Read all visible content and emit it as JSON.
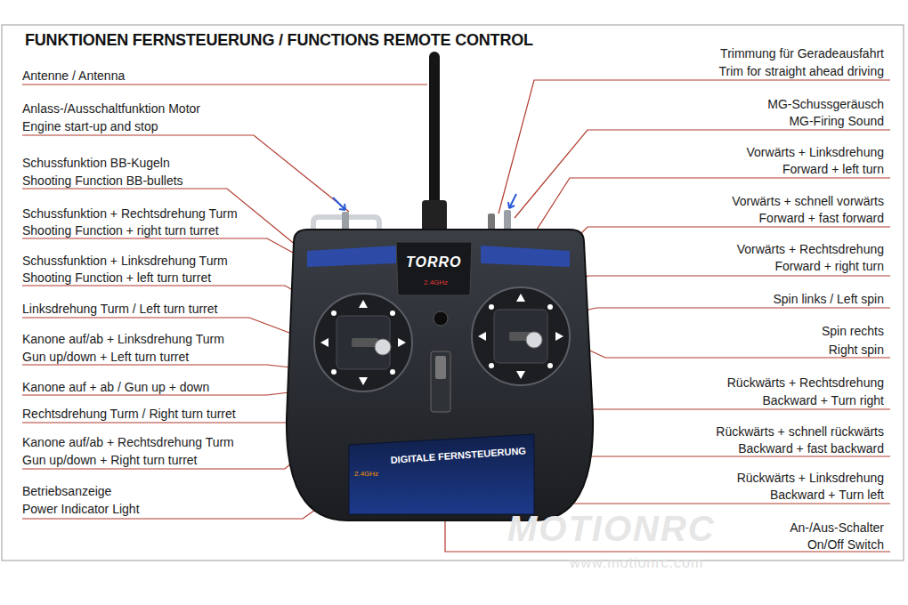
{
  "diagram": {
    "title": "FUNKTIONEN FERNSTEUERUNG / FUNCTIONS REMOTE CONTROL",
    "labels": [
      "Antenne / Antenna",
      "Anlass-/Ausschaltfunktion Motor",
      "Engine start-up and stop",
      "Schussfunktion BB-Kugeln",
      "Shooting Function BB-bullets",
      "Schussfunktion + Rechtsdrehung Turm",
      "Shooting Function + right turn turret",
      "Schussfunktion + Linksdrehung Turm",
      "Shooting Function + left turn turret",
      "Linksdrehung Turm / Left turn turret",
      "Kanone auf/ab + Linksdrehung Turm",
      "Gun up/down + Left turn turret",
      "Kanone auf + ab / Gun up + down",
      "Rechtsdrehung Turm / Right turn turret",
      "Kanone auf/ab + Rechtsdrehung Turm",
      "Gun up/down + Right turn turret",
      "Betriebsanzeige",
      "Power Indicator Light",
      "Trimmung für Geradeausfahrt",
      "Trim for straight ahead driving",
      "MG-Schussgeräusch",
      "MG-Firing Sound",
      "Vorwärts + Linksdrehung",
      "Forward + left turn",
      "Vorwärts + schnell vorwärts",
      "Forward + fast forward",
      "Vorwärts + Rechtsdrehung",
      "Forward + right turn",
      "Spin links / Left spin",
      "Spin rechts",
      "Right spin",
      "Rückwärts + Rechtsdrehung",
      "Backward + Turn right",
      "Rückwärts + schnell rückwärts",
      "Backward + fast backward",
      "Rückwärts + Linksdrehung",
      "Backward + Turn left",
      "An-/Aus-Schalter",
      "On/Off Switch",
      "TORRO",
      "2.4GHz",
      "DIGITALE FERNSTEUERUNG",
      "2.4GHz",
      "MOTIONRC",
      "www.motionrc.com"
    ]
  }
}
